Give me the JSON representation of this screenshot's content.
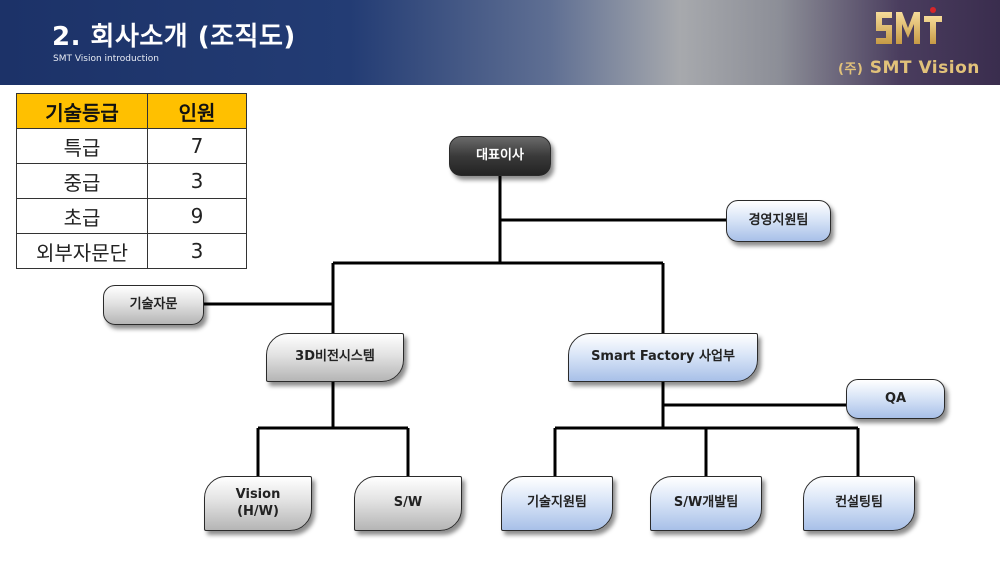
{
  "header": {
    "title": "2. 회사소개 (조직도)",
    "subtitle": "SMT Vision introduction",
    "logo_prefix": "(주)",
    "logo_name": "SMT Vision"
  },
  "grade_table": {
    "headers": [
      "기술등급",
      "인원"
    ],
    "rows": [
      {
        "grade": "특급",
        "count": "7"
      },
      {
        "grade": "중급",
        "count": "3"
      },
      {
        "grade": "초급",
        "count": "9"
      },
      {
        "grade": "외부자문단",
        "count": "3"
      }
    ]
  },
  "org": {
    "ceo": "대표이사",
    "management": "경영지원팀",
    "advisory": "기술자문",
    "div_3d": "3D비전시스템",
    "div_sf": "Smart Factory 사업부",
    "qa": "QA",
    "vision_hw_line1": "Vision",
    "vision_hw_line2": "(H/W)",
    "sw": "S/W",
    "tech_support": "기술지원팀",
    "sw_dev": "S/W개발팀",
    "consulting": "컨설팅팀"
  },
  "colors": {
    "table_header": "#ffc000",
    "box_blue": "#a8c0e8",
    "box_gray": "#b5b5b5",
    "box_dark": "#3a3a3a",
    "logo_gold": "#e2c27a"
  }
}
